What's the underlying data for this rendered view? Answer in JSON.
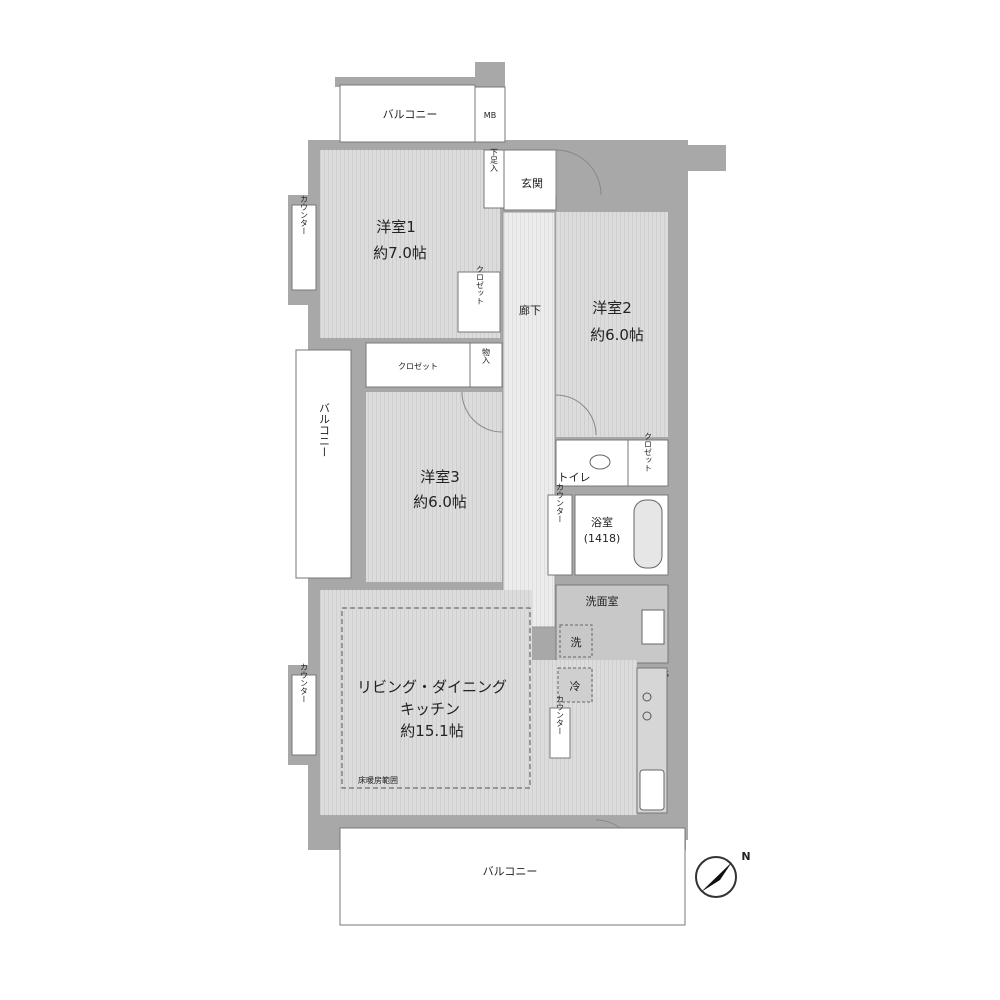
{
  "rooms": {
    "western1": {
      "name": "洋室1",
      "size": "約7.0帖"
    },
    "western2": {
      "name": "洋室2",
      "size": "約6.0帖"
    },
    "western3": {
      "name": "洋室3",
      "size": "約6.0帖"
    },
    "ldk": {
      "name_line1": "リビング・ダイニング",
      "name_line2": "キッチン",
      "size": "約15.1帖",
      "floor_heating": "床暖房範囲"
    },
    "bath": {
      "name": "浴室",
      "model": "(1418)"
    }
  },
  "labels": {
    "balcony": "バルコニー",
    "mb": "MB",
    "entrance": "玄関",
    "shoe_box": "下足入",
    "hallway": "廊下",
    "closet": "クロゼット",
    "closet_vertical": "クロゼット",
    "storage": "物入",
    "toilet": "トイレ",
    "counter": "カウンター",
    "washroom": "洗面室",
    "washer": "洗",
    "fridge": "冷",
    "ps": "PS",
    "north": "N"
  }
}
